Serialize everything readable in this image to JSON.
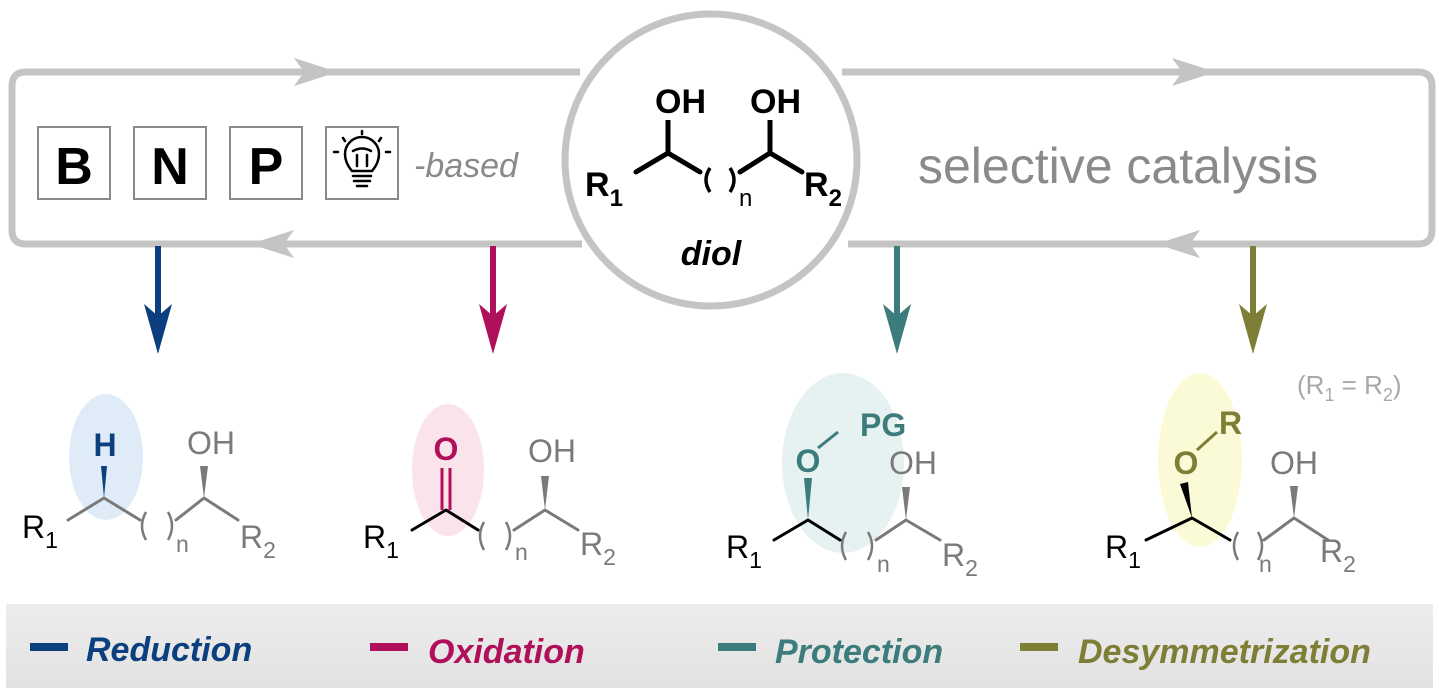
{
  "header": {
    "boxes": [
      {
        "label": "B"
      },
      {
        "label": "N"
      },
      {
        "label": "P"
      },
      {
        "icon": "lightbulb-icon"
      }
    ],
    "based_label": "-based",
    "right_label": "selective catalysis"
  },
  "center": {
    "oh_left": "OH",
    "oh_right": "OH",
    "r1": "R",
    "r1_sub": "1",
    "r2": "R",
    "r2_sub": "2",
    "n": "n",
    "caption": "diol"
  },
  "products": {
    "reduction": {
      "top": "H",
      "oh": "OH",
      "r1": "R",
      "r1_sub": "1",
      "r2": "R",
      "r2_sub": "2",
      "n": "n"
    },
    "oxidation": {
      "top": "O",
      "oh": "OH",
      "r1": "R",
      "r1_sub": "1",
      "r2": "R",
      "r2_sub": "2",
      "n": "n"
    },
    "protection": {
      "pg": "PG",
      "o": "O",
      "oh": "OH",
      "r1": "R",
      "r1_sub": "1",
      "r2": "R",
      "r2_sub": "2",
      "n": "n"
    },
    "desymmetrization": {
      "r": "R",
      "o": "O",
      "oh": "OH",
      "r1": "R",
      "r1_sub": "1",
      "r2": "R",
      "r2_sub": "2",
      "n": "n"
    },
    "note": {
      "open": "(R",
      "sub1": "1",
      "mid": " = R",
      "sub2": "2",
      "close": ")"
    }
  },
  "legend": [
    {
      "label": "Reduction",
      "color": "#0b3f7e"
    },
    {
      "label": "Oxidation",
      "color": "#b0105a"
    },
    {
      "label": "Protection",
      "color": "#3d7c7c"
    },
    {
      "label": "Desymmetrization",
      "color": "#7e7e36"
    }
  ],
  "colors": {
    "frame": "#c4c4c4",
    "gray_text": "#8a8a8a",
    "reduction": "#0b3f7e",
    "oxidation": "#b0105a",
    "protection": "#3d7c7c",
    "desymmetrization": "#7e7e36",
    "legend_bg": "#e8e8e8"
  }
}
